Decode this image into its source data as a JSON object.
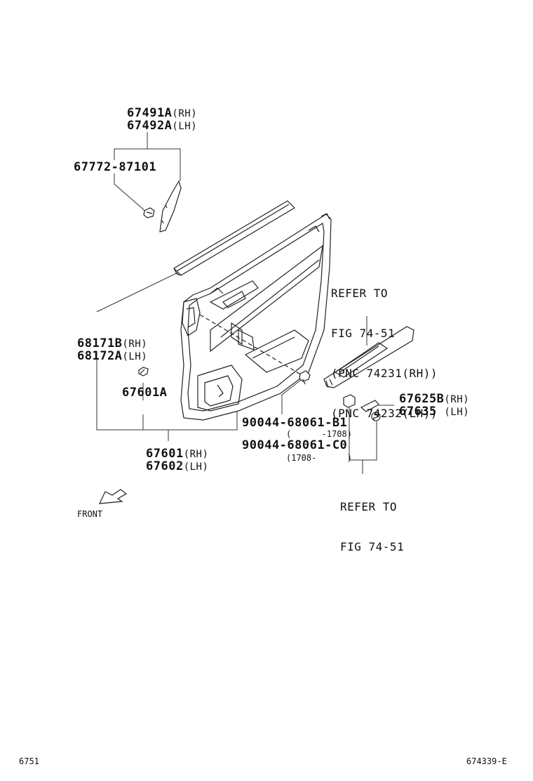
{
  "parts": {
    "p67491A": {
      "num": "67491A",
      "side": "(RH)"
    },
    "p67492A": {
      "num": "67492A",
      "side": "(LH)"
    },
    "p67772": {
      "num": "67772-87101"
    },
    "p68171B": {
      "num": "68171B",
      "side": "(RH)"
    },
    "p68172A": {
      "num": "68172A",
      "side": "(LH)"
    },
    "p67601A": {
      "num": "67601A"
    },
    "p67601": {
      "num": "67601",
      "side": "(RH)"
    },
    "p67602": {
      "num": "67602",
      "side": "(LH)"
    },
    "p90044_B1": {
      "num": "90044-68061-B1",
      "range": "(      -1708)"
    },
    "p90044_C0": {
      "num": "90044-68061-C0",
      "range": "(1708-      )"
    },
    "p67625B": {
      "num": "67625B",
      "side": "(RH)"
    },
    "p67635": {
      "num": "67635 ",
      "side": "(LH)"
    }
  },
  "refer1": [
    "REFER TO",
    "FIG 74-51",
    "(PNC 74231(RH))",
    "(PNC 74232(LH))"
  ],
  "refer2": [
    "REFER TO",
    "FIG 74-51"
  ],
  "front_label": "FRONT",
  "footer": {
    "left": "6751",
    "right": "674339-E"
  }
}
